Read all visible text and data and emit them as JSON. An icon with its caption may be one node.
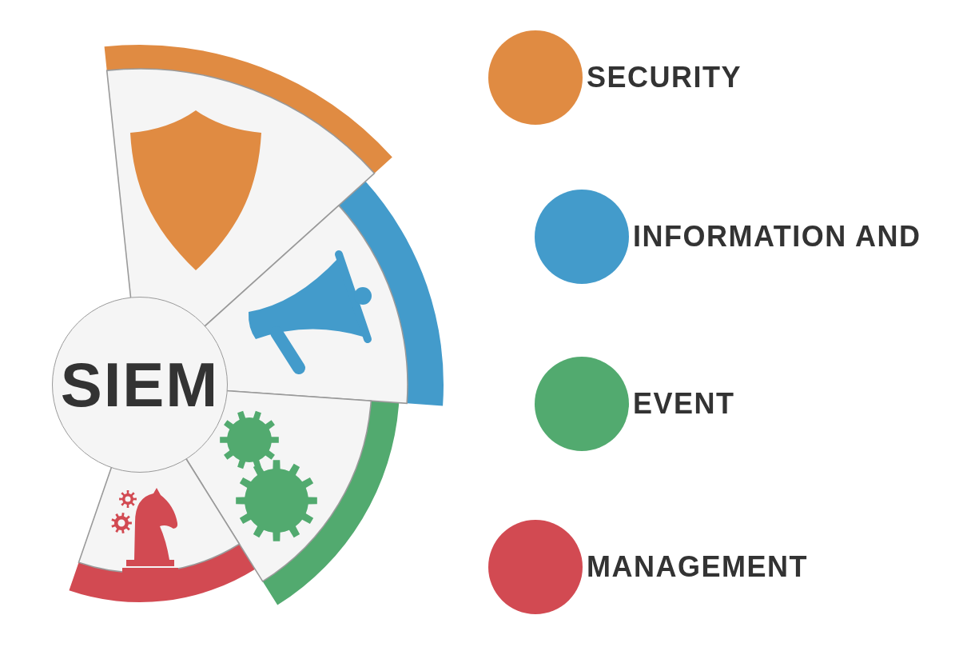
{
  "diagram": {
    "nodes": [
      {
        "text": [
          "SIEM"
        ]
      }
    ],
    "legend": [
      {
        "text": "SECURITY",
        "color": "#e08b42"
      },
      {
        "text": "INFORMATION AND",
        "color": "#439bcb"
      },
      {
        "text": "EVENT",
        "color": "#52aa6f"
      },
      {
        "text": "MANAGEMENT",
        "color": "#d24a52"
      }
    ]
  }
}
